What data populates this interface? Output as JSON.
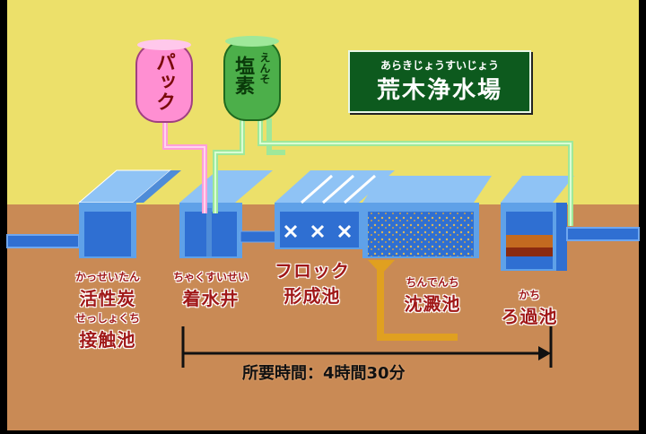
{
  "title": {
    "ruby": "あらきじょうすいじょう",
    "main": "荒木浄水場"
  },
  "tanks": {
    "pac": {
      "label": "パック"
    },
    "chlorine": {
      "label": "塩素",
      "ruby": "えんそ"
    }
  },
  "stages": [
    {
      "ruby": "かっせいたん",
      "main": "活性炭"
    },
    {
      "ruby": "せっしょくち",
      "main": "接触池"
    },
    {
      "ruby": "ちゃくすいせい",
      "main": "着水井"
    },
    {
      "ruby": "",
      "main": "フロック"
    },
    {
      "ruby": "",
      "main": "形成池"
    },
    {
      "ruby": "ちんでんち",
      "main": "沈澱池"
    },
    {
      "ruby": "かち",
      "main": "ろ過池"
    }
  ],
  "duration": "所要時間：4時間30分",
  "colors": {
    "sky": "#ece06a",
    "ground": "#c98a55",
    "water": "#2f6fd2",
    "wall": "#4e8cd8",
    "pipe_pink": "#ff9fd9",
    "pipe_green": "#9fe89a",
    "label_red": "#a01818",
    "title_green": "#0d5a1e"
  }
}
